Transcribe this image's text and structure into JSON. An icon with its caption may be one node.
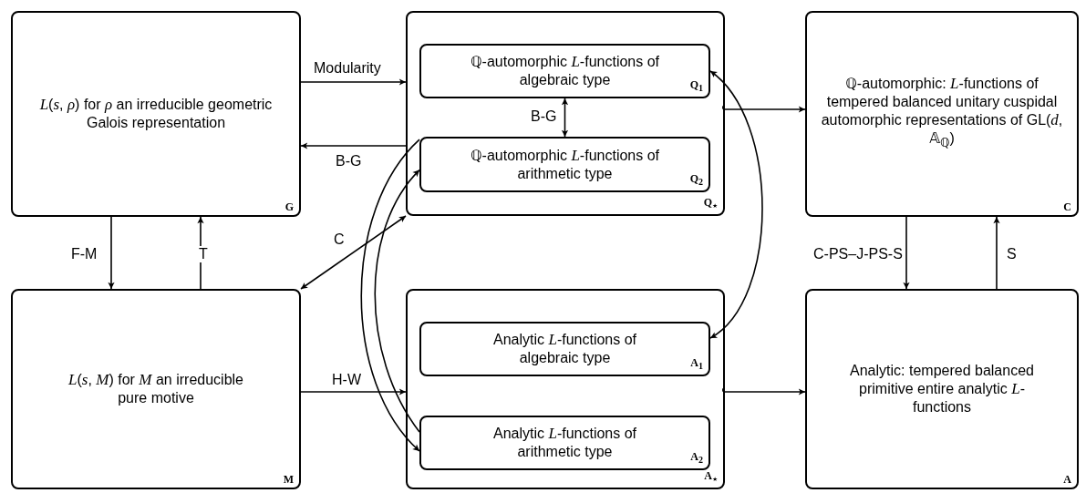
{
  "diagram": {
    "nodes": [
      {
        "text": [
          "*L*(*s*, *ρ*) for *ρ* an irreducible geometric Galois representation",
          "G"
        ]
      },
      {
        "text": [
          "Q$_{⋆}$"
        ]
      },
      {
        "text": [
          "ℚ-automorphic *L*-functions of algebraic type",
          "Q$_{1}$"
        ],
        "in": 1
      },
      {
        "text": [
          "ℚ-automorphic *L*-functions of arithmetic type",
          "Q$_{2}$"
        ],
        "in": 1
      },
      {
        "text": [
          "ℚ-automorphic: *L*-functions of tempered balanced unitary cuspidal automorphic representations of GL(*d*, 𝔸$_{ℚ}$)",
          "C"
        ]
      },
      {
        "text": [
          "*L*(*s*, *M*) for *M* an irreducible pure motive",
          "M"
        ]
      },
      {
        "text": [
          "A$_{⋆}$"
        ]
      },
      {
        "text": [
          "Analytic *L*-functions of algebraic type",
          "A$_{1}$"
        ],
        "in": 6
      },
      {
        "text": [
          "Analytic *L*-functions of arithmetic type",
          "A$_{2}$"
        ],
        "in": 6
      },
      {
        "text": [
          "Analytic: tempered balanced primitive entire analytic *L*-functions",
          "A"
        ]
      }
    ],
    "edges": [
      {
        "from": 0,
        "to": 1,
        "arrow": "to",
        "label": "Modularity"
      },
      {
        "from": 1,
        "to": 0,
        "arrow": "to",
        "label": "B-G"
      },
      {
        "from": 2,
        "to": 3,
        "arrow": "both",
        "label": "B-G"
      },
      {
        "from": 1,
        "to": 4,
        "arrow": "to"
      },
      {
        "from": 6,
        "to": 9,
        "arrow": "to"
      },
      {
        "from": 4,
        "to": 9,
        "arrow": "to",
        "label": "C-PS–J-PS-S"
      },
      {
        "from": 9,
        "to": 4,
        "arrow": "to",
        "label": "S"
      },
      {
        "from": 0,
        "to": 5,
        "arrow": "to",
        "label": "F-M"
      },
      {
        "from": 5,
        "to": 0,
        "arrow": "to",
        "label": "T"
      },
      {
        "from": 1,
        "to": 5,
        "arrow": "both",
        "label": "C"
      },
      {
        "from": 5,
        "to": 6,
        "arrow": "to",
        "label": "H-W"
      },
      {
        "from": 2,
        "to": 7,
        "arrow": "both"
      },
      {
        "from": 3,
        "to": 8,
        "arrow": "to"
      },
      {
        "from": 8,
        "to": 3,
        "arrow": "to"
      }
    ]
  }
}
